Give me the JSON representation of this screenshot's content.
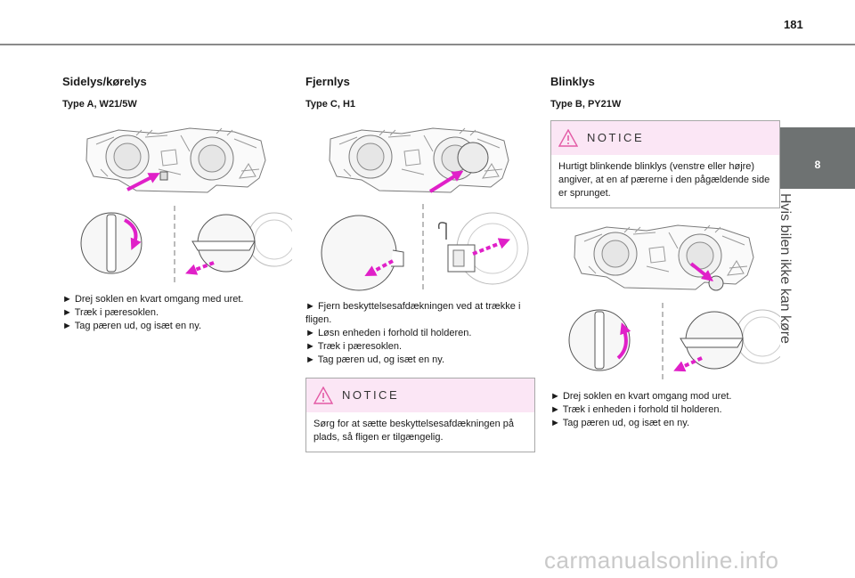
{
  "page": {
    "number": "181",
    "chapter_number": "8",
    "chapter_title": "Hvis bilen ikke kan køre"
  },
  "columns": [
    {
      "heading": "Sidelys/kørelys",
      "type_label": "Type A, W21/5W",
      "steps": [
        "► Drej soklen en kvart omgang med uret.",
        "► Træk i pæresoklen.",
        "► Tag pæren ud, og isæt en ny."
      ]
    },
    {
      "heading": "Fjernlys",
      "type_label": "Type C, H1",
      "steps": [
        "► Fjern beskyttelsesafdækningen ved at trække i fligen.",
        "► Løsn enheden i forhold til holderen.",
        "► Træk i pæresoklen.",
        "► Tag pæren ud, og isæt en ny."
      ],
      "notice": {
        "label": "NOTICE",
        "text": "Sørg for at sætte beskyttelsesafdækningen på plads, så fligen er tilgængelig."
      }
    },
    {
      "heading": "Blinklys",
      "type_label": "Type B, PY21W",
      "notice": {
        "label": "NOTICE",
        "text": "Hurtigt blinkende blinklys (venstre eller højre) angiver, at en af pærerne i den pågældende side er sprunget."
      },
      "steps": [
        "► Drej soklen en kvart omgang mod uret.",
        "► Træk i enheden i forhold til holderen.",
        "► Tag pæren ud, og isæt en ny."
      ]
    }
  ],
  "watermark": "carmanualsonline.info",
  "colors": {
    "accent_arrow": "#e020c8",
    "notice_bg": "#fbe6f5",
    "tab_bg": "#6e7272",
    "warning": "#e35aa5"
  }
}
